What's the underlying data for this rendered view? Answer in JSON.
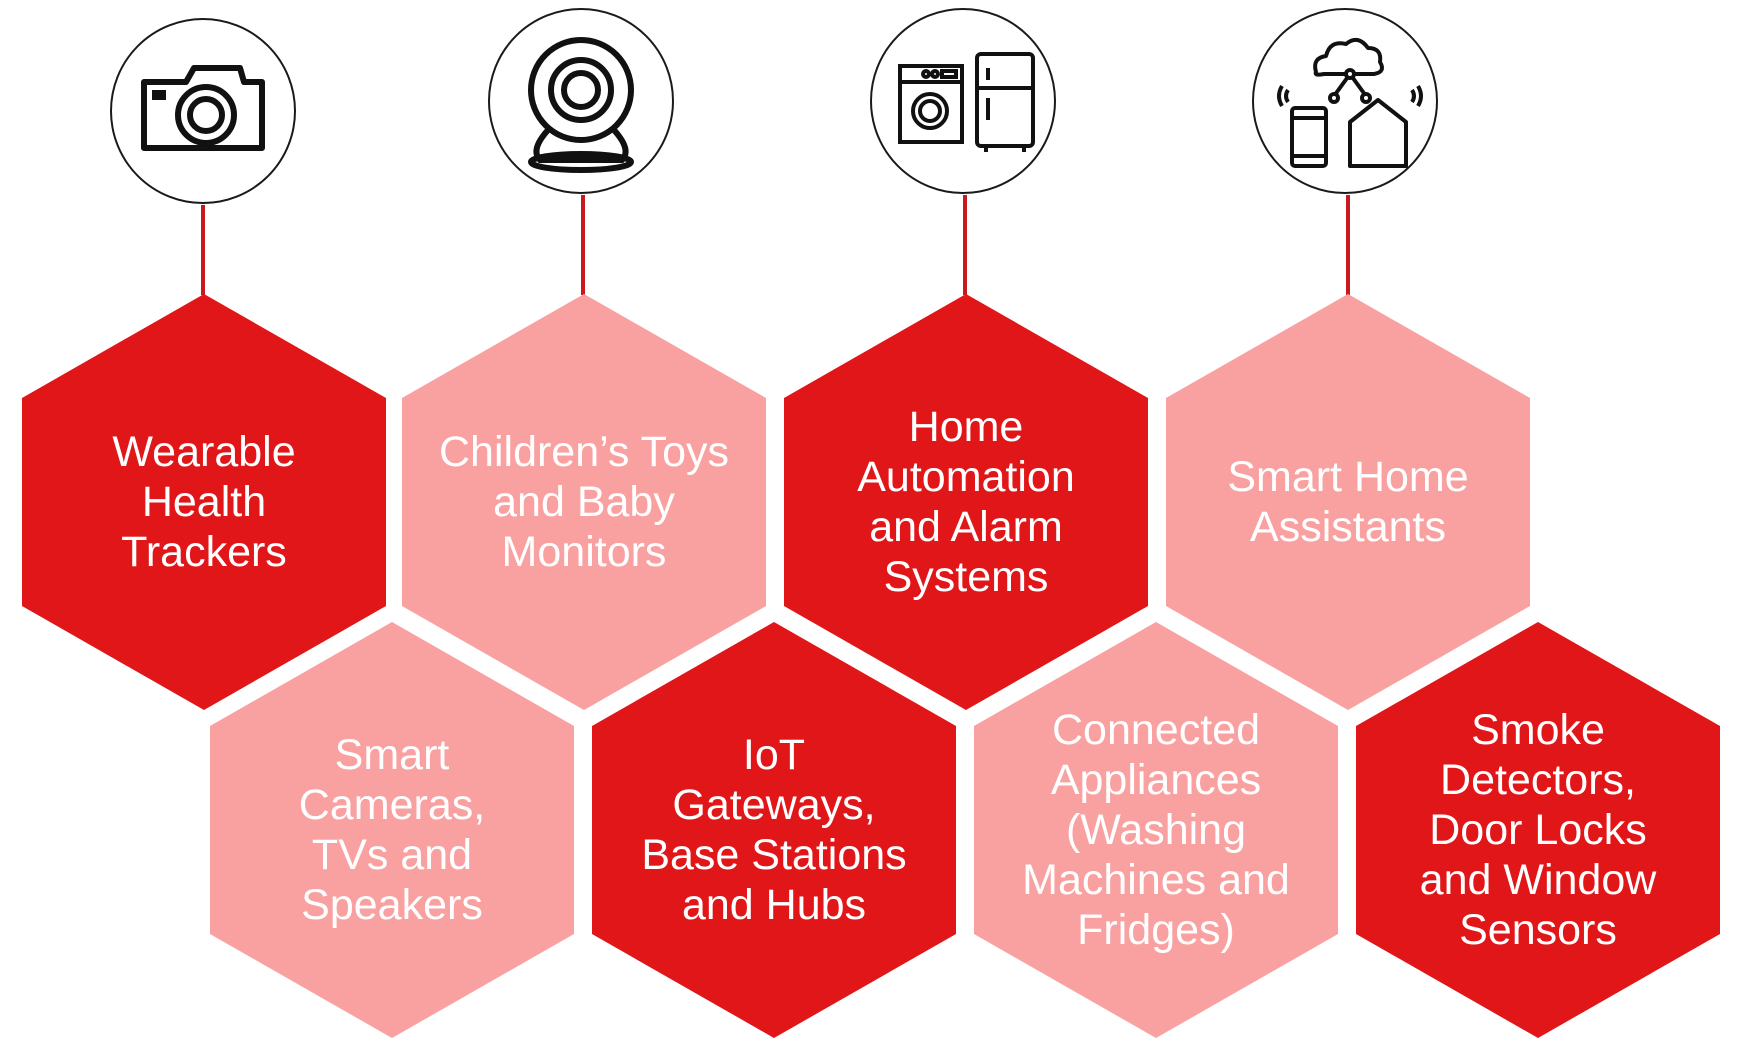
{
  "colors": {
    "dark": "#e11619",
    "light": "#f9a0a0",
    "connector": "#c81a1e",
    "text": "#ffffff"
  },
  "icons": [
    {
      "name": "camera-icon"
    },
    {
      "name": "webcam-icon"
    },
    {
      "name": "washing-machine-fridge-icon"
    },
    {
      "name": "smart-home-cloud-icon"
    }
  ],
  "hexagons": [
    {
      "lines": [
        "Wearable",
        "Health",
        "Trackers"
      ],
      "tone": "dark"
    },
    {
      "lines": [
        "Children’s Toys",
        "and Baby",
        "Monitors"
      ],
      "tone": "light"
    },
    {
      "lines": [
        "Home",
        "Automation",
        "and Alarm",
        "Systems"
      ],
      "tone": "dark"
    },
    {
      "lines": [
        "Smart Home",
        "Assistants"
      ],
      "tone": "light"
    },
    {
      "lines": [
        "Smart",
        "Cameras,",
        "TVs and",
        "Speakers"
      ],
      "tone": "light"
    },
    {
      "lines": [
        "IoT",
        "Gateways,",
        "Base Stations",
        "and Hubs"
      ],
      "tone": "dark"
    },
    {
      "lines": [
        "Connected",
        "Appliances",
        "(Washing",
        "Machines and",
        "Fridges)"
      ],
      "tone": "light"
    },
    {
      "lines": [
        "Smoke",
        "Detectors,",
        "Door Locks",
        "and Window",
        "Sensors"
      ],
      "tone": "dark"
    }
  ]
}
